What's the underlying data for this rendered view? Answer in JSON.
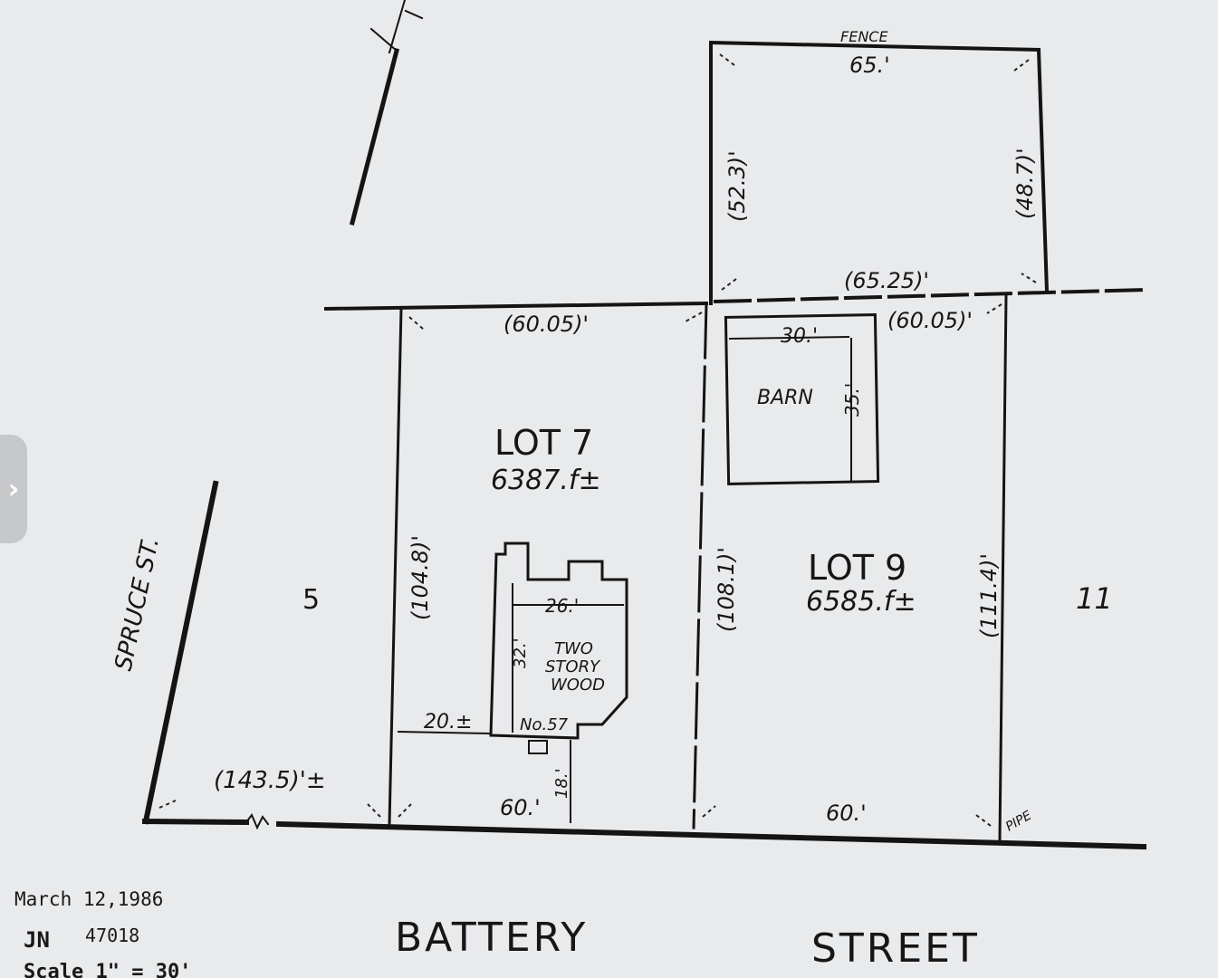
{
  "survey": {
    "fence_label": "FENCE",
    "fence_top": "65.'",
    "left_back": "(52.3)'",
    "right_back": "(48.7)'",
    "back_line": "(65.25)'",
    "lot7_top": "(60.05)'",
    "lot9_top": "(60.05)'",
    "barn_width": "30.'",
    "barn_depth": "35.'",
    "barn_label": "BARN",
    "lot7_name": "LOT 7",
    "lot7_area": "6387.f±",
    "lot9_name": "LOT 9",
    "lot9_area": "6585.f±",
    "lot7_left": "(104.8)'",
    "lot7_right": "(108.1)'",
    "lot9_right": "(111.4)'",
    "house_width": "26.'",
    "house_depth": "32.'",
    "house_label_1": "TWO",
    "house_label_2": "STORY",
    "house_label_3": "WOOD",
    "house_number": "No.57",
    "setback_side": "20.±",
    "setback_front": "18.'",
    "lot7_front": "60.'",
    "lot9_front": "60.'",
    "spruce_distance": "(143.5)'±",
    "pipe_label": "PIPE",
    "lot_5": "5",
    "lot_11": "11",
    "spruce_street": "SPRUCE ST.",
    "battery_1": "BATTERY",
    "battery_2": "STREET"
  },
  "footer": {
    "date": "March 12,1986",
    "jn_label": "JN",
    "jn_number": "47018",
    "scale": "Scale 1\" = 30'"
  },
  "nav": {
    "chevron": "›"
  }
}
